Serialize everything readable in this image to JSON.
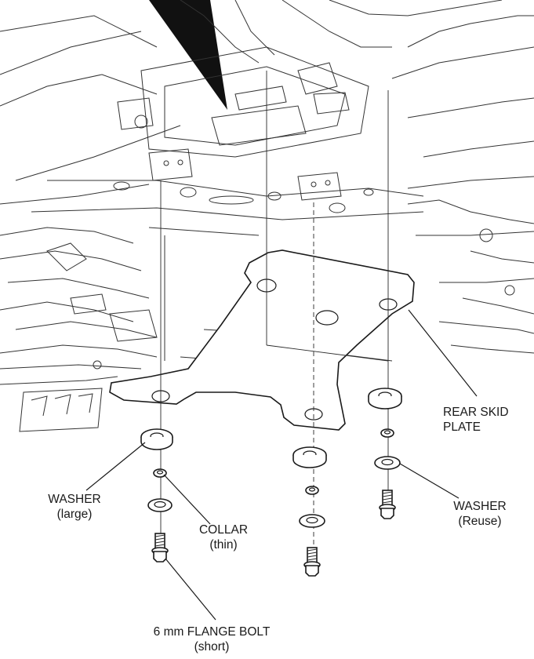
{
  "labels": {
    "rear_skid_plate": [
      "REAR SKID",
      "PLATE"
    ],
    "washer_large": [
      "WASHER",
      "(large)"
    ],
    "collar_thin": [
      "COLLAR",
      "(thin)"
    ],
    "washer_reuse": [
      "WASHER",
      "(Reuse)"
    ],
    "flange_bolt": [
      "6 mm FLANGE BOLT",
      "(short)"
    ]
  },
  "colors": {
    "ink": "#1a1a1a",
    "background": "#ffffff"
  }
}
